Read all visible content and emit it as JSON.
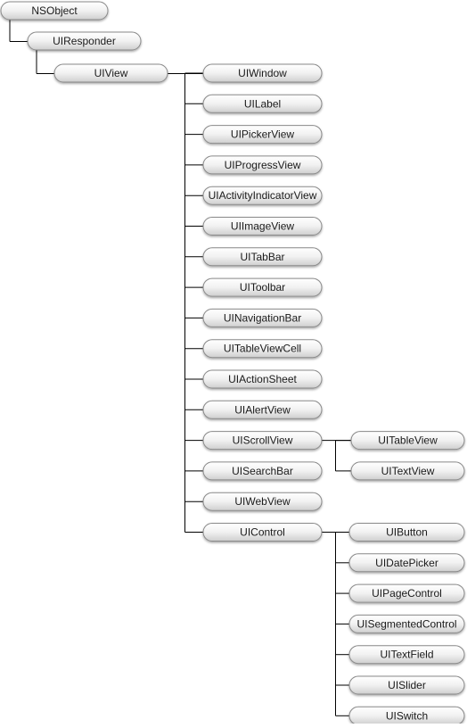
{
  "root": "NSObject",
  "responder": "UIResponder",
  "view": "UIView",
  "view_subclasses": [
    "UIWindow",
    "UILabel",
    "UIPickerView",
    "UIProgressView",
    "UIActivityIndicatorView",
    "UIImageView",
    "UITabBar",
    "UIToolbar",
    "UINavigationBar",
    "UITableViewCell",
    "UIActionSheet",
    "UIAlertView",
    "UIScrollView",
    "UISearchBar",
    "UIWebView",
    "UIControl"
  ],
  "scrollview_subclasses": [
    "UITableView",
    "UITextView"
  ],
  "control_subclasses": [
    "UIButton",
    "UIDatePicker",
    "UIPageControl",
    "UISegmentedControl",
    "UITextField",
    "UISlider",
    "UISwitch"
  ]
}
